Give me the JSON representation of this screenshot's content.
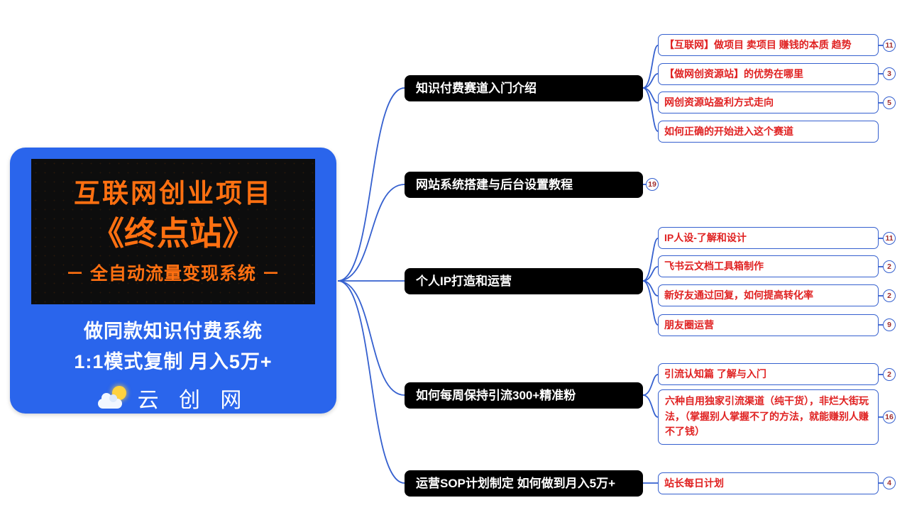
{
  "center": {
    "title_line1": "互联网创业项目",
    "title_line2": "《终点站》",
    "title_line3": "－ 全自动流量变现系统 －",
    "subtitle_line1": "做同款知识付费系统",
    "subtitle_line2": "1:1模式复制  月入5万+",
    "brand": "云 创 网"
  },
  "branches": [
    {
      "label": "知识付费赛道入门介绍",
      "children": [
        {
          "label": "【互联网】做项目 卖项目 赚钱的本质 趋势",
          "badge": "11"
        },
        {
          "label": "【做网创资源站】的优势在哪里",
          "badge": "3"
        },
        {
          "label": "网创资源站盈利方式走向",
          "badge": "5"
        },
        {
          "label": "如何正确的开始进入这个赛道"
        }
      ]
    },
    {
      "label": "网站系统搭建与后台设置教程",
      "badge": "19",
      "children": []
    },
    {
      "label": "个人IP打造和运营",
      "children": [
        {
          "label": "IP人设-了解和设计",
          "badge": "11"
        },
        {
          "label": "飞书云文档工具箱制作",
          "badge": "2"
        },
        {
          "label": "新好友通过回复，如何提高转化率",
          "badge": "2"
        },
        {
          "label": "朋友圈运营",
          "badge": "9"
        }
      ]
    },
    {
      "label": "如何每周保持引流300+精准粉",
      "children": [
        {
          "label": "引流认知篇 了解与入门",
          "badge": "2"
        },
        {
          "label": "六种自用独家引流渠道（纯干货），非烂大街玩法，（掌握别人掌握不了的方法，就能赚别人赚不了钱）",
          "badge": "16"
        }
      ]
    },
    {
      "label": "运营SOP计划制定 如何做到月入5万+",
      "children": [
        {
          "label": "站长每日计划",
          "badge": "4"
        }
      ]
    }
  ]
}
